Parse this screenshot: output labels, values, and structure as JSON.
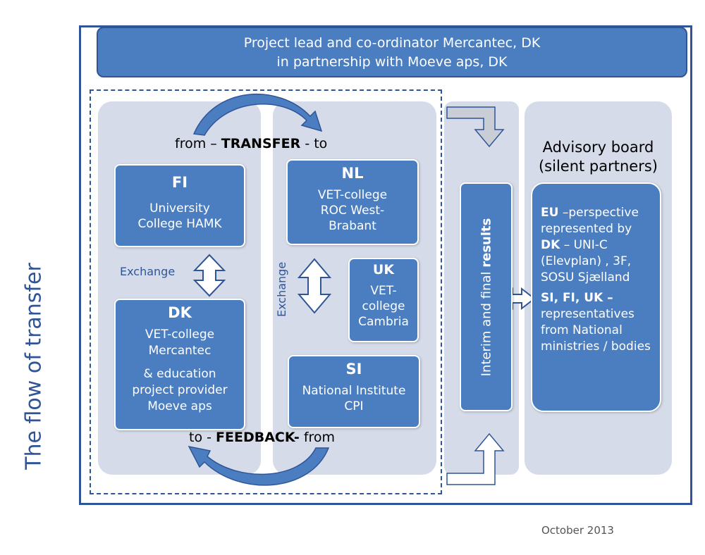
{
  "header": {
    "line1": "Project lead and co-ordinator Mercantec, DK",
    "line2": "in partnership with Moeve aps, DK"
  },
  "side_title": "The flow of transfer",
  "transfer": {
    "pre": "from – ",
    "bold": "TRANSFER",
    "post": " - to"
  },
  "feedback": {
    "pre": "to - ",
    "bold": "FEEDBACK-",
    "post": " from"
  },
  "exchange_left": "Exchange",
  "exchange_mid": "Exchange",
  "fi": {
    "title": "FI",
    "lines": [
      "University",
      "College HAMK"
    ]
  },
  "dk": {
    "title": "DK",
    "lines": [
      "VET-college",
      "Mercantec"
    ],
    "lines2": [
      "& education",
      "project  provider",
      "Moeve aps"
    ]
  },
  "nl": {
    "title": "NL",
    "lines": [
      "VET-college",
      "ROC West-",
      "Brabant"
    ]
  },
  "uk": {
    "title": "UK",
    "lines": [
      "VET-",
      "college",
      "Cambria"
    ]
  },
  "si": {
    "title": "SI",
    "lines": [
      "National Institute",
      "CPI"
    ]
  },
  "results": {
    "pre": "Interim and final  ",
    "bold": "results"
  },
  "advisory": {
    "title": "Advisory board",
    "subtitle": "(silent partners)",
    "eu_bold": "EU",
    "eu_text": " –perspective represented by ",
    "dk_bold": "DK",
    "dk_text": " – UNI-C (Elevplan) , 3F, SOSU Sjælland",
    "si_bold": "SI, FI, UK –",
    "si_text": " representatives from National ministries / bodies"
  },
  "date": "October 2013",
  "colors": {
    "primary": "#4a7ec0",
    "border": "#2f5597",
    "panel": "#d5dbe9"
  }
}
